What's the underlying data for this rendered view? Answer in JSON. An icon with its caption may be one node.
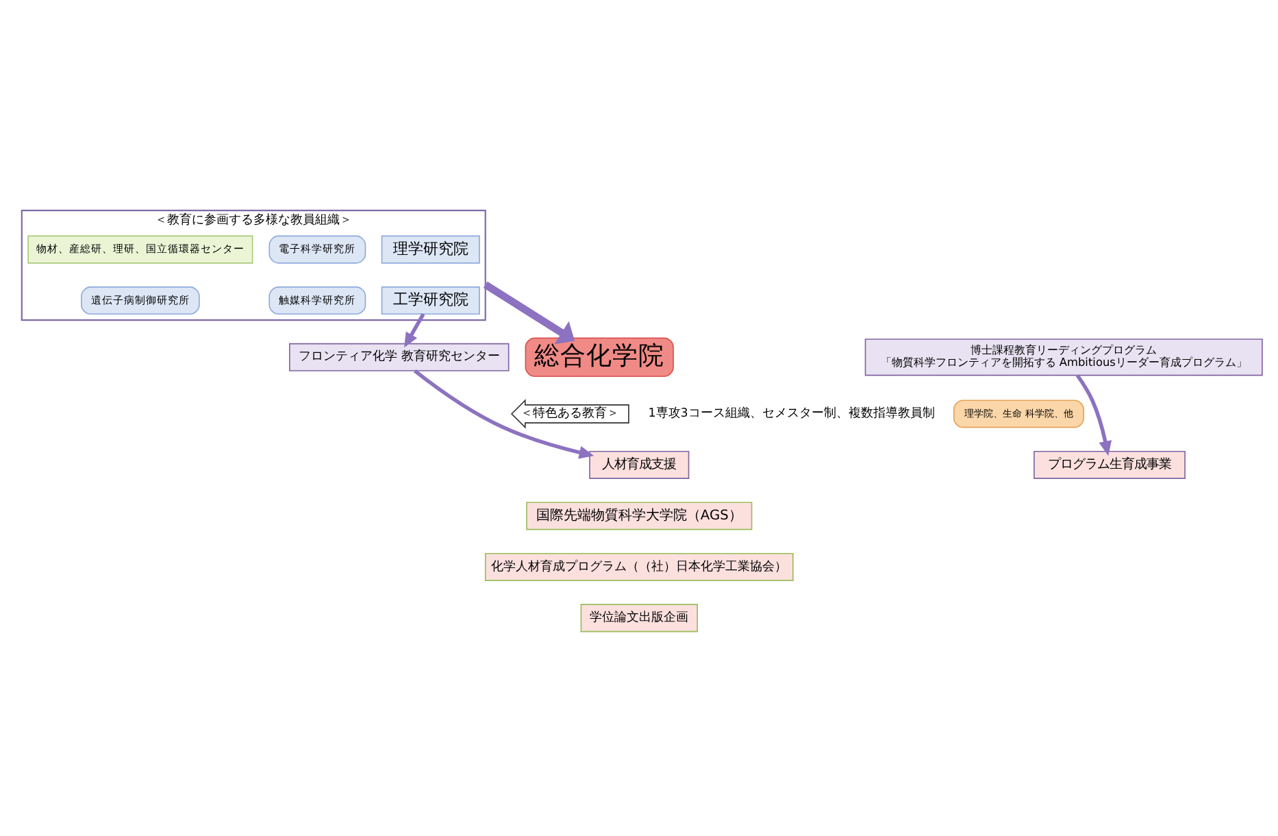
{
  "diagram": {
    "nodes": [
      {
        "text": [
          "＜教育に参画する多様な教員組織＞"
        ]
      },
      {
        "text": [
          "理学研究院"
        ],
        "in": 0
      },
      {
        "text": [
          "工学研究院"
        ],
        "in": 0
      },
      {
        "text": [
          "電子科学研究所"
        ],
        "in": 0
      },
      {
        "text": [
          "物材、産総研、理研、国立循環器センター"
        ],
        "in": 0
      },
      {
        "text": [
          "触媒科学研究所"
        ],
        "in": 0
      },
      {
        "text": [
          "遺伝子病制御研究所"
        ],
        "in": 0
      },
      {
        "text": [
          "総合化学院"
        ]
      },
      {
        "text": [
          "フロンティア化学 教育研究センター"
        ]
      },
      {
        "text": [
          "博士課程教育リーディングプログラム",
          "「物質科学フロンティアを開拓する Ambitiousリーダー育成プログラム」"
        ]
      },
      {
        "text": [
          "理学院、生命 科学院、他"
        ]
      },
      {
        "text": [
          "＜特色ある教育＞"
        ]
      },
      {
        "text": [
          "人材育成支援"
        ]
      },
      {
        "text": [
          "プログラム生育成事業"
        ]
      },
      {
        "text": [
          "国際先端物質科学大学院（AGS）"
        ]
      },
      {
        "text": [
          "化学人材育成プログラム（（社）日本化学工業協会）"
        ]
      },
      {
        "text": [
          "学位論文出版企画"
        ]
      }
    ],
    "edges": [
      {
        "from": 0,
        "to": 7,
        "arrow": "to",
        "style": "thick"
      },
      {
        "from": 2,
        "to": 8,
        "arrow": "to"
      },
      {
        "from": 8,
        "to": 12,
        "arrow": "to"
      },
      {
        "from": 9,
        "to": 13,
        "arrow": "to"
      }
    ],
    "labels": [
      "1専攻3コース組織、セメスター制、複数指導教員制"
    ]
  }
}
